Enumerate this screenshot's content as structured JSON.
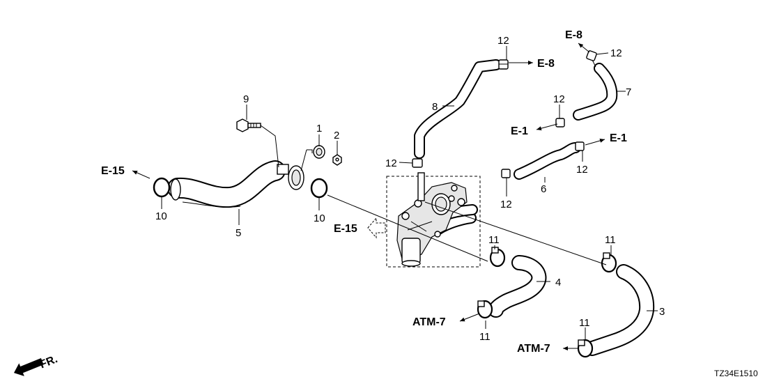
{
  "diagram_code": "TZ34E1510",
  "front_label": "FR.",
  "part_numbers": {
    "p1": "1",
    "p2": "2",
    "p3": "3",
    "p4": "4",
    "p5": "5",
    "p6": "6",
    "p7": "7",
    "p8": "8",
    "p9": "9",
    "p10a": "10",
    "p10b": "10",
    "p11a": "11",
    "p11b": "11",
    "p11c": "11",
    "p11d": "11",
    "p12a": "12",
    "p12b": "12",
    "p12c": "12",
    "p12d": "12",
    "p12e": "12",
    "p12f": "12"
  },
  "references": {
    "e15_left": "E-15",
    "e15_mid": "E-15",
    "e8_top": "E-8",
    "e8_right": "E-8",
    "e1_left": "E-1",
    "e1_right": "E-1",
    "atm7_upper": "ATM-7",
    "atm7_lower": "ATM-7"
  }
}
